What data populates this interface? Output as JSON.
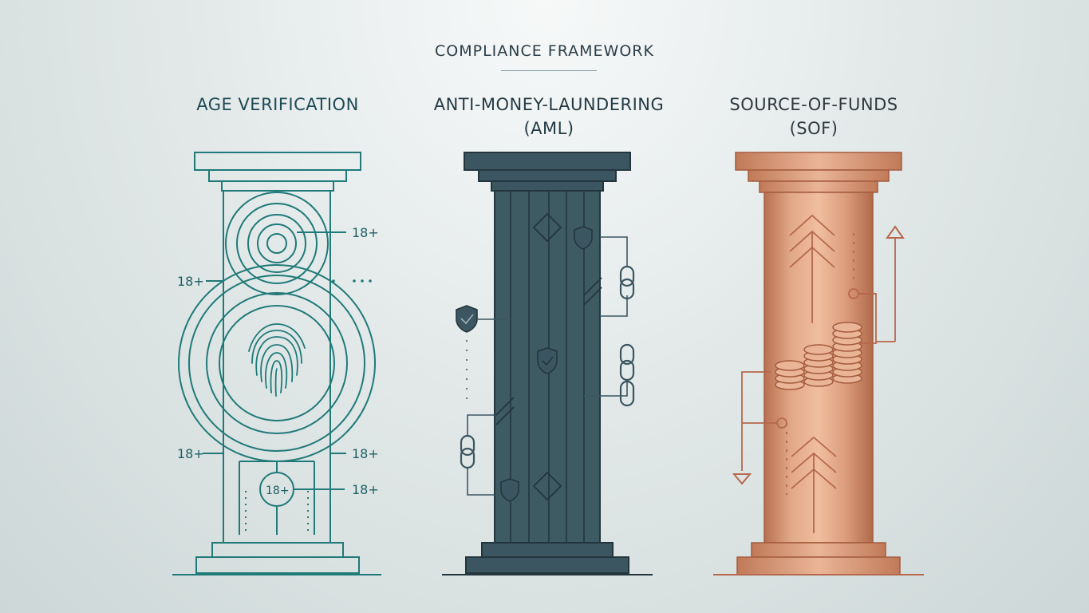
{
  "title": "COMPLIANCE FRAMEWORK",
  "pillars": [
    {
      "heading": "AGE VERIFICATION",
      "badge": "18+",
      "color": "#1f7a78"
    },
    {
      "heading": "ANTI-MONEY-LAUNDERING\n(AML)",
      "color": "#3b5660"
    },
    {
      "heading": "SOURCE-OF-FUNDS\n(SOF)",
      "color": "#c98a6a"
    }
  ],
  "colors": {
    "teal": "#1f7a78",
    "slate": "#3b5660",
    "copper": "#c98a6a",
    "copper_line": "#b5684c"
  },
  "icons": [
    "fingerprint-icon",
    "shield-check-icon",
    "chain-link-icon",
    "coin-stack-icon",
    "arrow-up-icon",
    "arrow-down-icon"
  ]
}
